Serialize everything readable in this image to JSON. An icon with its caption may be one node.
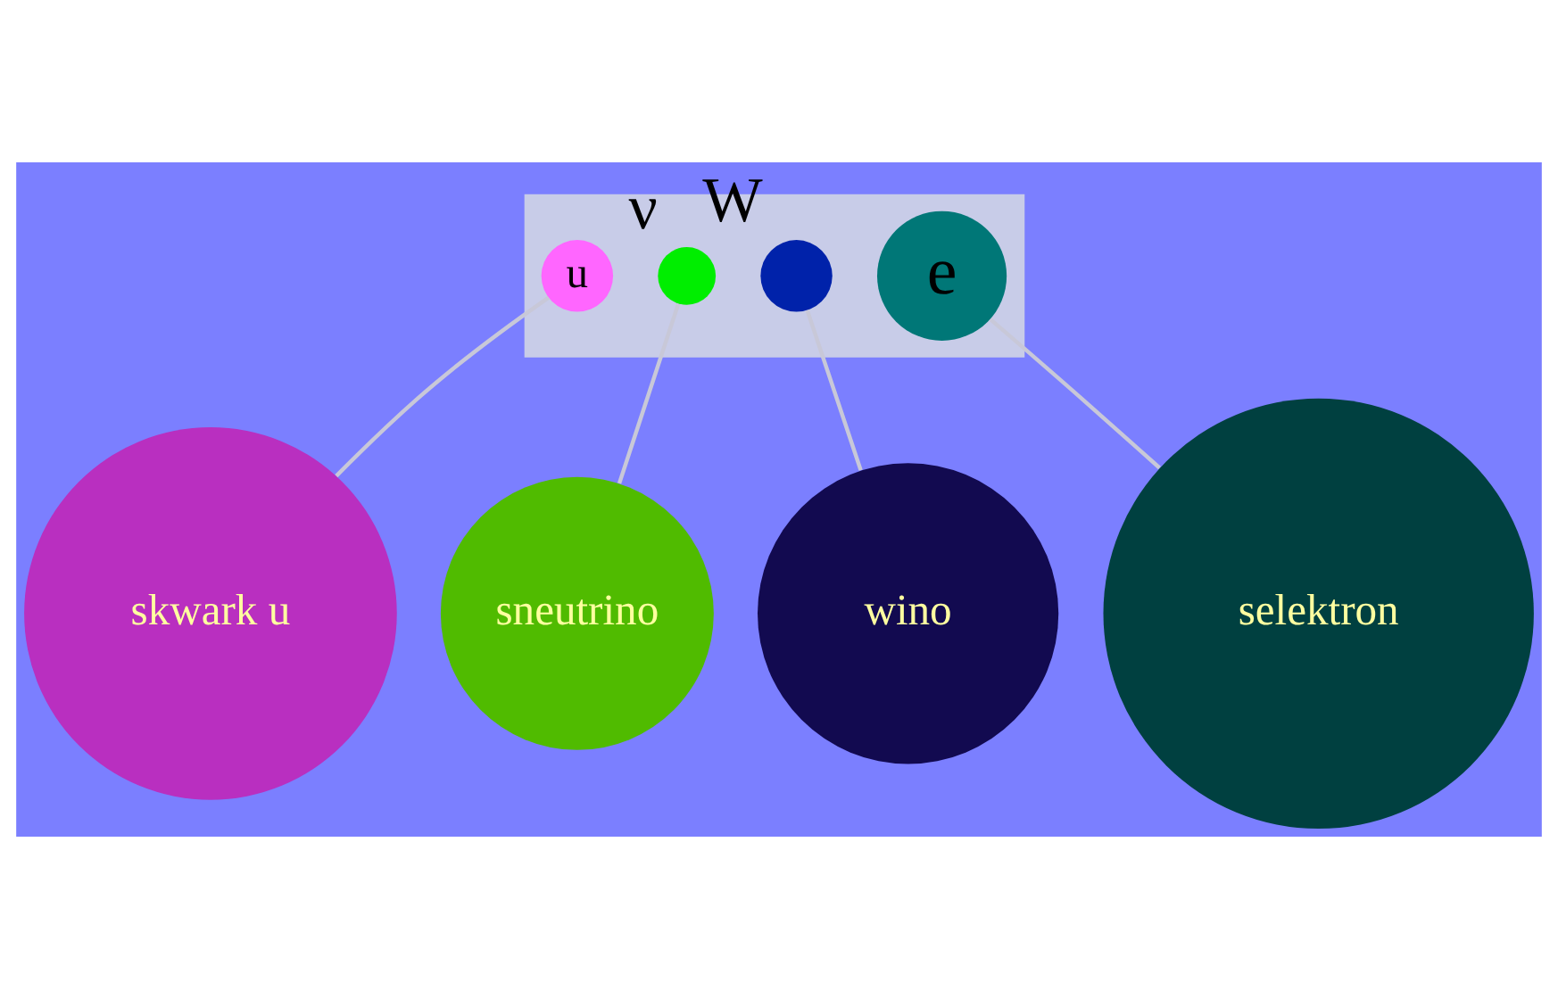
{
  "diagram": {
    "nodes": [
      {
        "text": [],
        "shape": "parallelogram"
      },
      {
        "text": [
          "u"
        ],
        "in": 0
      },
      {
        "text": [],
        "shape": "circle",
        "beside": [
          "ν"
        ],
        "in": 0
      },
      {
        "text": [],
        "shape": "circle",
        "beside": [
          "W"
        ],
        "in": 0
      },
      {
        "text": [
          "e"
        ],
        "in": 0
      },
      {
        "text": [
          "skwark u"
        ]
      },
      {
        "text": [
          "sneutrino"
        ]
      },
      {
        "text": [
          "wino"
        ]
      },
      {
        "text": [
          "selektron"
        ]
      }
    ],
    "edges": [
      {
        "from": 1,
        "to": 5,
        "arrow": "none"
      },
      {
        "from": 2,
        "to": 6,
        "arrow": "none"
      },
      {
        "from": 3,
        "to": 7,
        "arrow": "none"
      },
      {
        "from": 4,
        "to": 8,
        "arrow": "none"
      }
    ]
  }
}
